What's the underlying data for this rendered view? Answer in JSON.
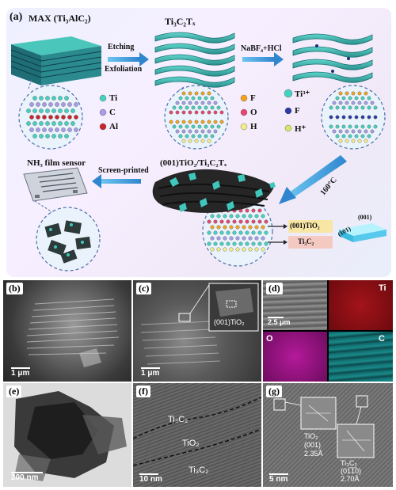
{
  "schematic": {
    "panel_label": "(a)",
    "max_title": "MAX (Ti₃AlC₂)",
    "ti3c2tx_title": "Ti₃C₂Tₓ",
    "step1_line1": "Etching",
    "step1_line2": "Exfoliation",
    "step2": "NaBF₄+HCl",
    "step3": "160°C",
    "step4": "Screen-printed",
    "composite_title": "(001)TiO₂/Ti₃C₂Tₓ",
    "sensor_title": "NH₃ film sensor",
    "legend_max": [
      "Ti",
      "C",
      "Al"
    ],
    "legend_mid": [
      "F",
      "O",
      "H"
    ],
    "legend_right": [
      "Ti³⁺",
      "F",
      "H⁺"
    ],
    "tag_tio2": "(001)TiO₂",
    "tag_ti3c2": "Ti₃C₂",
    "crystal_top": "(001)",
    "crystal_side": "(101)"
  },
  "colors": {
    "ti": "#45d1c0",
    "c": "#a89ce8",
    "al": "#c8262a",
    "f": "#f2a21c",
    "o": "#e8456e",
    "h": "#f4ec8a",
    "f_blue": "#2d3aa8",
    "h_plus": "#d6e86a",
    "arrow": "#4aa3dc",
    "layer": "#3fb8b0"
  },
  "panels": {
    "b": {
      "label": "(b)",
      "scale": "1 μm"
    },
    "c": {
      "label": "(c)",
      "scale": "1 μm",
      "inset": "(001)TiO₂"
    },
    "d": {
      "label": "(d)",
      "scale": "2.5 μm",
      "maps": [
        "Ti",
        "O",
        "C"
      ]
    },
    "e": {
      "label": "(e)",
      "scale": "200 nm"
    },
    "f": {
      "label": "(f)",
      "scale": "10 nm",
      "top": "Ti₃C₂",
      "middle": "TiO₂",
      "bottom": "Ti₃C₂"
    },
    "g": {
      "label": "(g)",
      "scale": "5 nm",
      "left_l1": "TiO₂",
      "left_l2": "(001)",
      "left_l3": "2.35Å",
      "right_l1": "Ti₃C₂",
      "right_l2": "(01̅1̅0)",
      "right_l3": "2.70Å"
    }
  }
}
